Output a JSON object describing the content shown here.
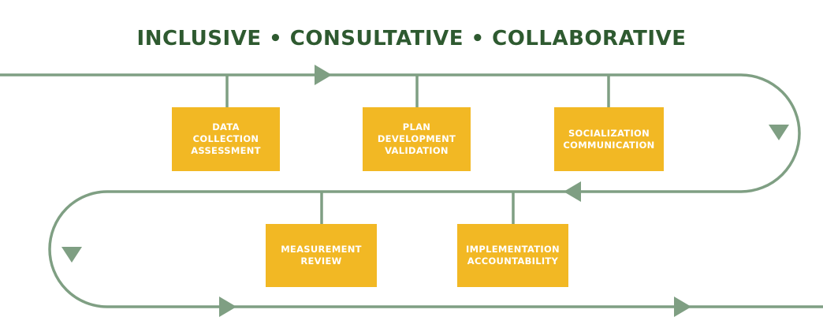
{
  "colors": {
    "heading": "#2e5a30",
    "flow_line": "#7f9f83",
    "box_fill": "#f2b824",
    "box_text": "#ffffff"
  },
  "heading": {
    "text": "INCLUSIVE • CONSULTATIVE • COLLABORATIVE"
  },
  "boxes": [
    {
      "lines": [
        "DATA",
        "COLLECTION",
        "ASSESSMENT"
      ]
    },
    {
      "lines": [
        "PLAN",
        "DEVELOPMENT",
        "VALIDATION"
      ]
    },
    {
      "lines": [
        "SOCIALIZATION",
        "COMMUNICATION"
      ]
    },
    {
      "lines": [
        "MEASUREMENT",
        "REVIEW"
      ]
    },
    {
      "lines": [
        "IMPLEMENTATION",
        "ACCOUNTABILITY"
      ]
    }
  ]
}
